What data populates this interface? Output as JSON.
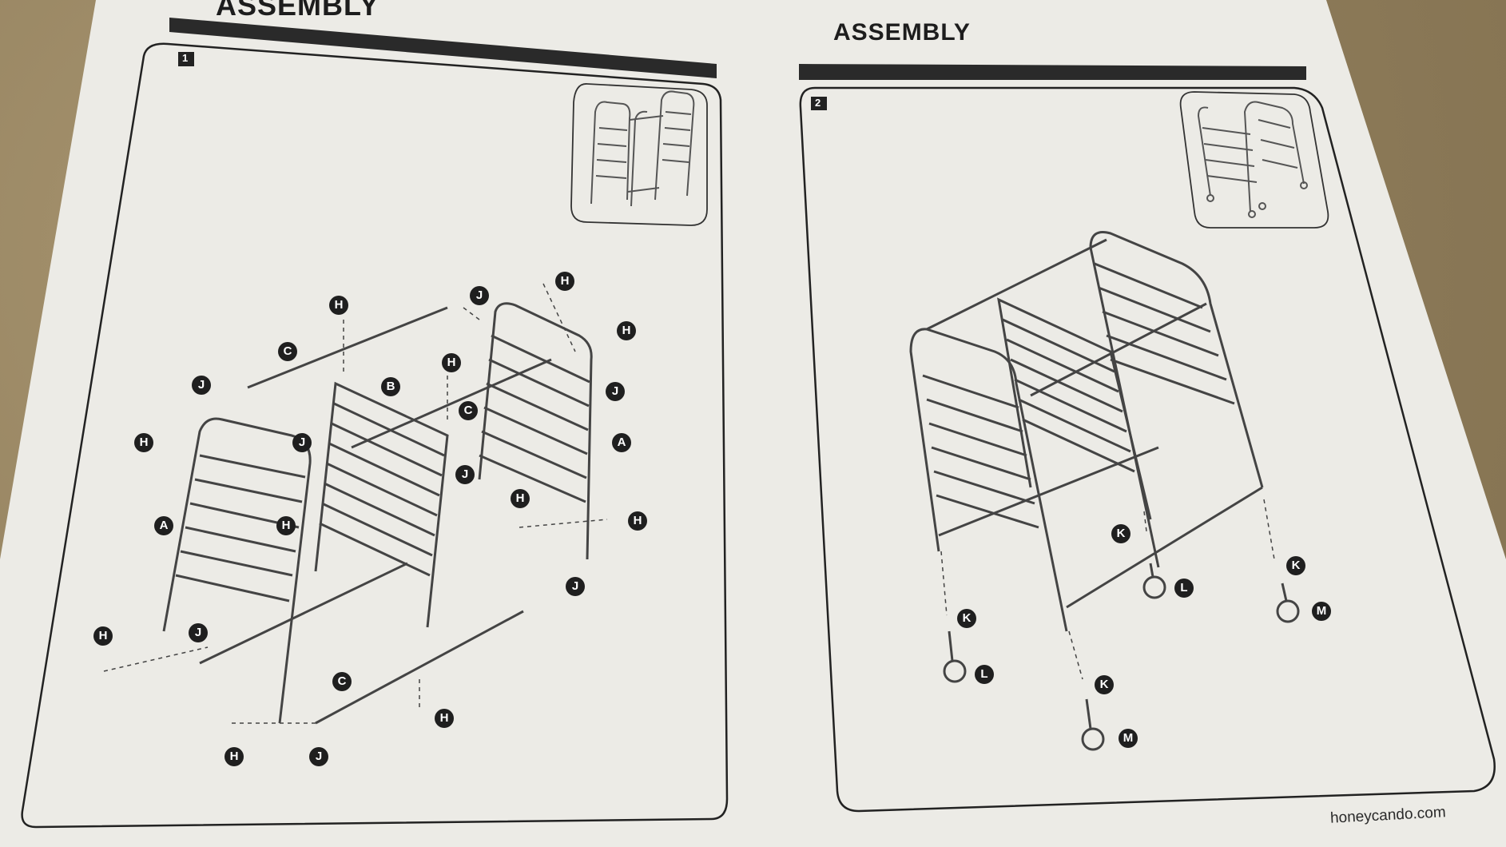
{
  "left_page": {
    "title": "ASSEMBLY",
    "step_number": "1",
    "labels": {
      "h": "H",
      "j": "J",
      "c": "C",
      "b": "B",
      "a": "A"
    }
  },
  "right_page": {
    "title": "ASSEMBLY",
    "step_number": "2",
    "labels": {
      "k": "K",
      "l": "L",
      "m": "M"
    }
  },
  "footer": {
    "url": "honeycando.com"
  },
  "colors": {
    "paper": "#ecebe6",
    "ink": "#222222",
    "carpet": "#9c8a66"
  }
}
